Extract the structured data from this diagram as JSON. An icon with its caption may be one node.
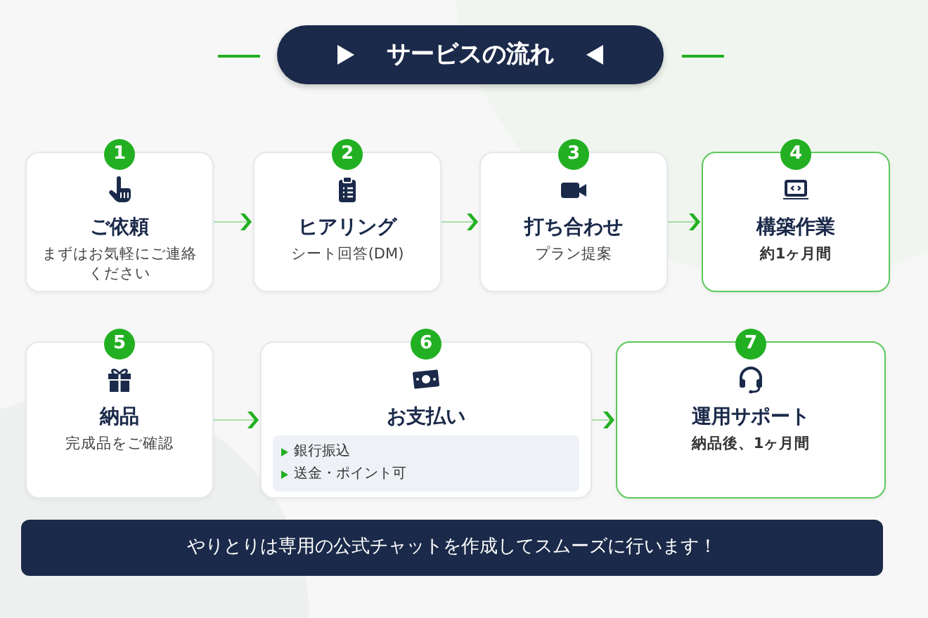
{
  "diagram": {
    "title": "サービスの流れ",
    "nodes": [
      {
        "text": [
          "1",
          "ご依頼",
          "まずはお気軽にご連絡ください"
        ]
      },
      {
        "text": [
          "2",
          "ヒアリング",
          "シート回答(DM)"
        ]
      },
      {
        "text": [
          "3",
          "打ち合わせ",
          "プラン提案"
        ]
      },
      {
        "text": [
          "4",
          "構築作業",
          "約1ヶ月間"
        ]
      },
      {
        "text": [
          "5",
          "納品",
          "完成品をご確認"
        ]
      },
      {
        "text": [
          "6",
          "お支払い",
          "銀行振込",
          "送金・ポイント可"
        ]
      },
      {
        "text": [
          "7",
          "運用サポート",
          "納品後、1ヶ月間"
        ]
      }
    ],
    "edges": [
      {
        "from": 0,
        "to": 1,
        "arrow": "to"
      },
      {
        "from": 1,
        "to": 2,
        "arrow": "to"
      },
      {
        "from": 2,
        "to": 3,
        "arrow": "to"
      },
      {
        "from": 4,
        "to": 5,
        "arrow": "to"
      },
      {
        "from": 5,
        "to": 6,
        "arrow": "to"
      }
    ],
    "labels": [
      "やりとりは専用の公式チャットを作成してスムーズに行います！"
    ]
  }
}
